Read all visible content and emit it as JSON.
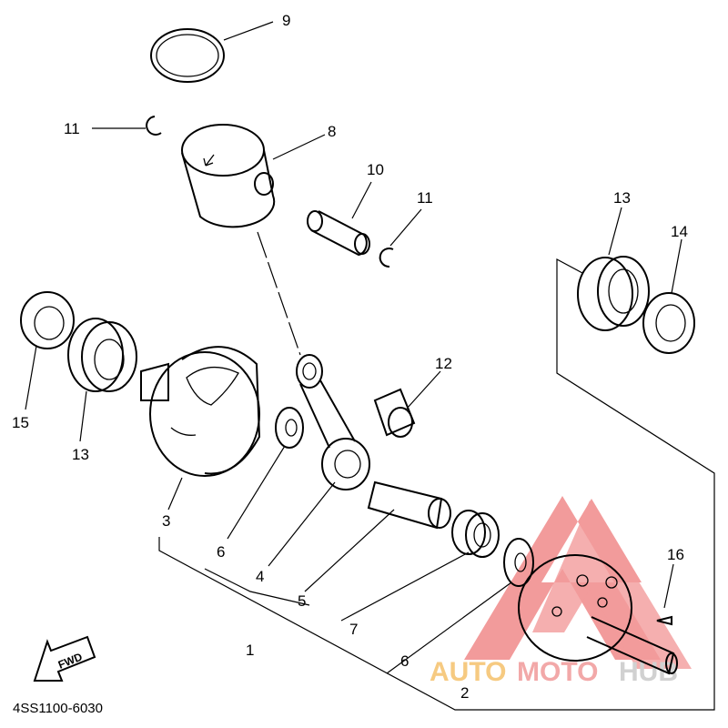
{
  "diagram": {
    "callouts": [
      "9",
      "11",
      "8",
      "10",
      "11",
      "13",
      "14",
      "15",
      "13",
      "12",
      "3",
      "6",
      "4",
      "5",
      "1",
      "7",
      "6",
      "2",
      "16"
    ],
    "part_code": "4SS1100-6030",
    "fwd_label": "FWD"
  },
  "watermark": {
    "word_part1": "AUTO",
    "word_part2": "MOTO",
    "word_part3": "HUB",
    "colors": {
      "triangle": "#f08a8a",
      "orange": "#f5c16c",
      "red": "#f09a9a",
      "gray": "#c9c9c9"
    }
  }
}
